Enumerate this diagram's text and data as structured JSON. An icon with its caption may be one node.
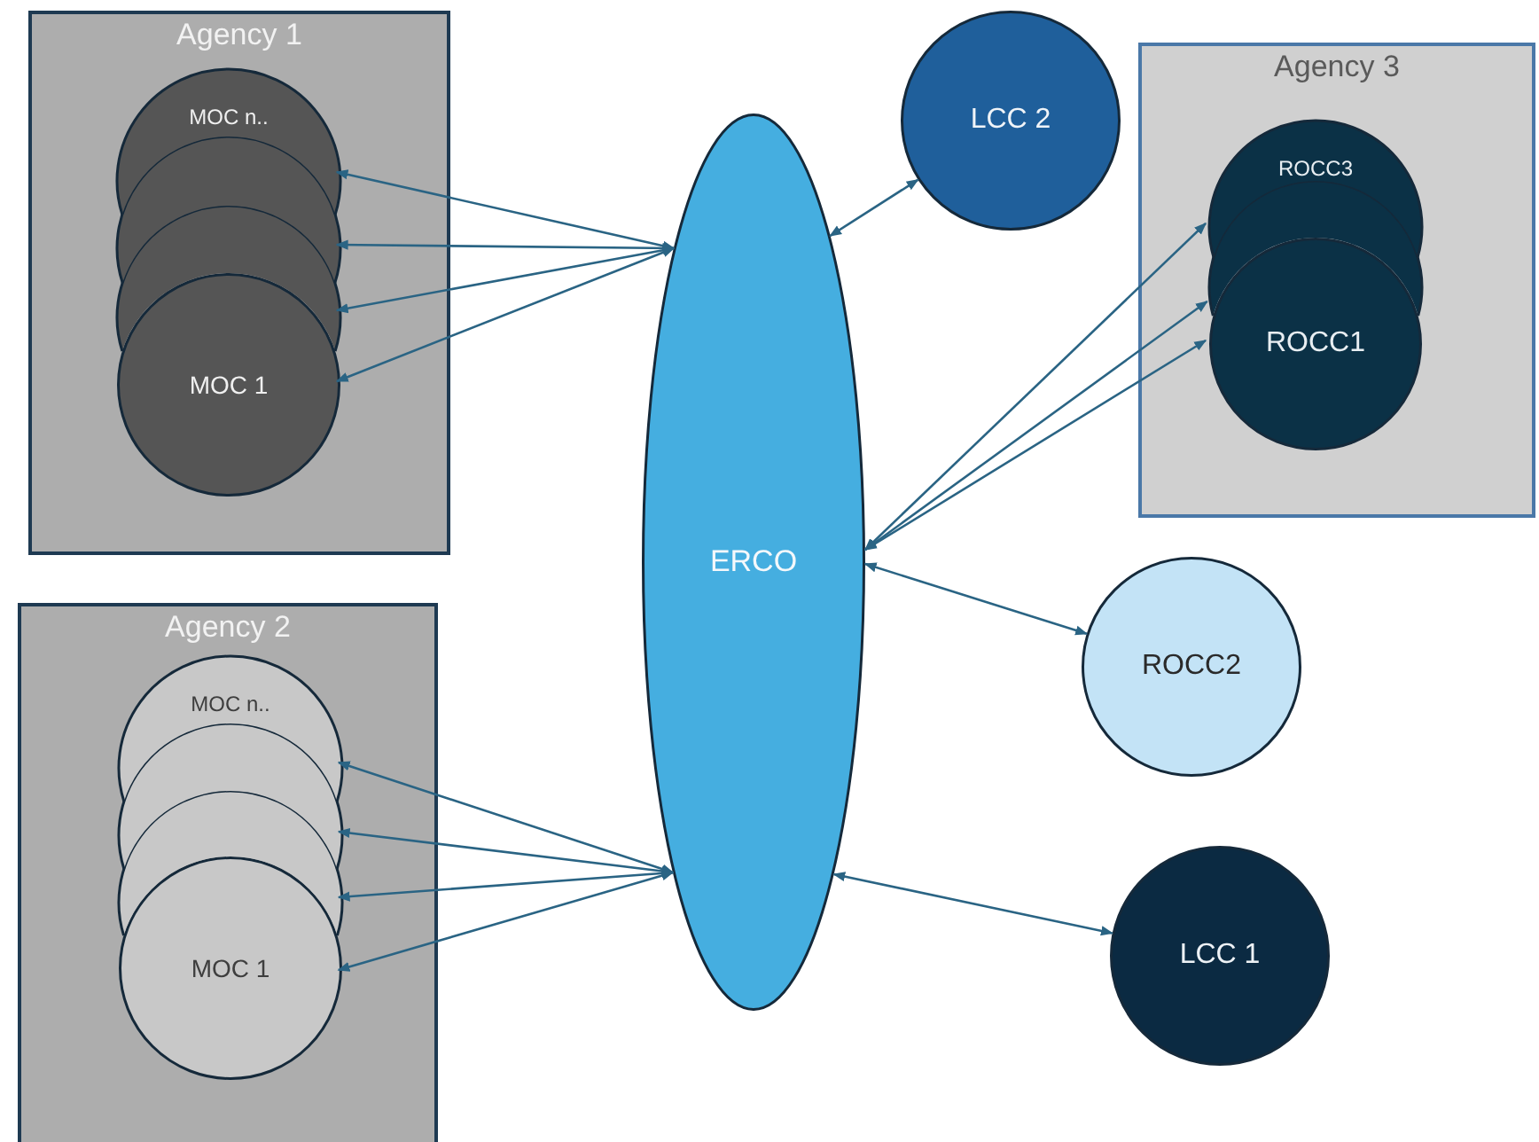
{
  "diagram": {
    "nodes": [
      {
        "text": [
          "Agency 1"
        ]
      },
      {
        "text": [
          "MOC n.."
        ],
        "in": 0
      },
      {
        "text": [],
        "shape": "circle",
        "in": 0
      },
      {
        "text": [],
        "shape": "circle",
        "in": 0
      },
      {
        "text": [
          "MOC 1"
        ],
        "in": 0
      },
      {
        "text": [
          "Agency 2"
        ]
      },
      {
        "text": [
          "MOC n.."
        ],
        "in": 5
      },
      {
        "text": [],
        "shape": "circle",
        "in": 5
      },
      {
        "text": [],
        "shape": "circle",
        "in": 5
      },
      {
        "text": [
          "MOC 1"
        ],
        "in": 5
      },
      {
        "text": [
          "ERCO"
        ]
      },
      {
        "text": [
          "LCC 2"
        ]
      },
      {
        "text": [
          "Agency 3"
        ]
      },
      {
        "text": [
          "ROCC3"
        ],
        "in": 12
      },
      {
        "text": [],
        "shape": "circle",
        "in": 12
      },
      {
        "text": [
          "ROCC1"
        ],
        "in": 12
      },
      {
        "text": [
          "ROCC2"
        ]
      },
      {
        "text": [
          "LCC 1"
        ]
      }
    ],
    "edges": [
      {
        "from": 10,
        "to": 1,
        "arrow": "both"
      },
      {
        "from": 10,
        "to": 2,
        "arrow": "both"
      },
      {
        "from": 10,
        "to": 3,
        "arrow": "both"
      },
      {
        "from": 10,
        "to": 4,
        "arrow": "both"
      },
      {
        "from": 10,
        "to": 11,
        "arrow": "both"
      },
      {
        "from": 10,
        "to": 13,
        "arrow": "both"
      },
      {
        "from": 10,
        "to": 14,
        "arrow": "both"
      },
      {
        "from": 10,
        "to": 15,
        "arrow": "both"
      },
      {
        "from": 10,
        "to": 16,
        "arrow": "both"
      },
      {
        "from": 10,
        "to": 6,
        "arrow": "both"
      },
      {
        "from": 10,
        "to": 7,
        "arrow": "both"
      },
      {
        "from": 10,
        "to": 8,
        "arrow": "both"
      },
      {
        "from": 10,
        "to": 9,
        "arrow": "both"
      },
      {
        "from": 10,
        "to": 17,
        "arrow": "both"
      }
    ]
  }
}
